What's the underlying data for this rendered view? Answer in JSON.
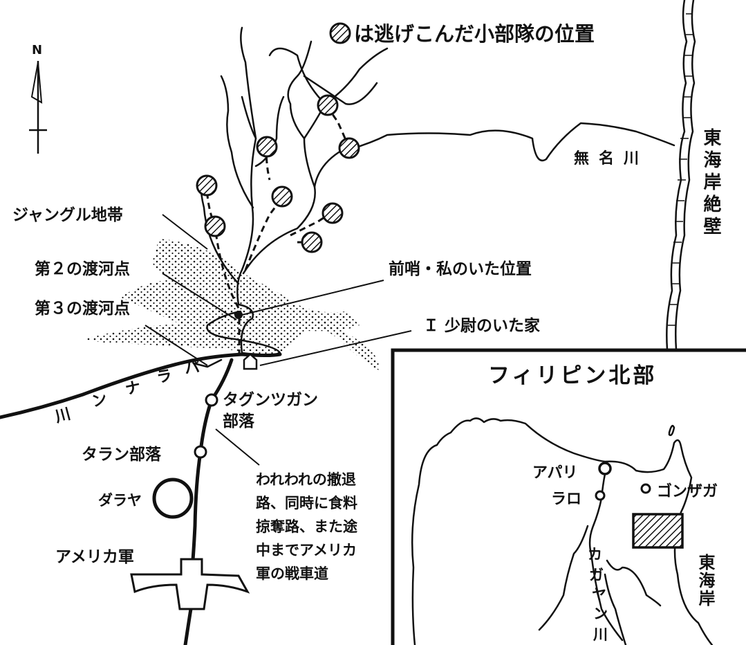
{
  "legend": {
    "symbol": "hatched-circle",
    "label": "は逃げこんだ小部隊の位置"
  },
  "north_label": "N",
  "labels": {
    "east_coast_cliff": "東海岸絶壁",
    "nameless_river": "無名川",
    "jungle": "ジャングル地帯",
    "crossing_2": "第２の渡河点",
    "crossing_3": "第３の渡河点",
    "outpost": "前哨・私のいた位置",
    "lieutenant_house": "Ｉ 少尉のいた家",
    "paranan_river_chars": [
      "川",
      "ン",
      "ナ",
      "ラ",
      "パ"
    ],
    "tagguntsugan_1": "タグンツガン",
    "tagguntsugan_2": "部落",
    "taran": "タラン部落",
    "daraya": "ダラヤ",
    "american_army": "アメリカ軍",
    "route_note": [
      "われわれの撤退",
      "路、同時に食料",
      "掠奪路、また途",
      "中までアメリカ",
      "軍の戦車道"
    ]
  },
  "inset": {
    "title": "フィリピン北部",
    "aparri": "アパリ",
    "lalo": "ラロ",
    "gonzaga": "ゴンザガ",
    "cagayan_river_chars": [
      "カ",
      "ガ",
      "ヤ",
      "ン",
      "川"
    ],
    "east_coast": "東海岸"
  },
  "colors": {
    "ink": "#111111",
    "paper": "#ffffff"
  }
}
